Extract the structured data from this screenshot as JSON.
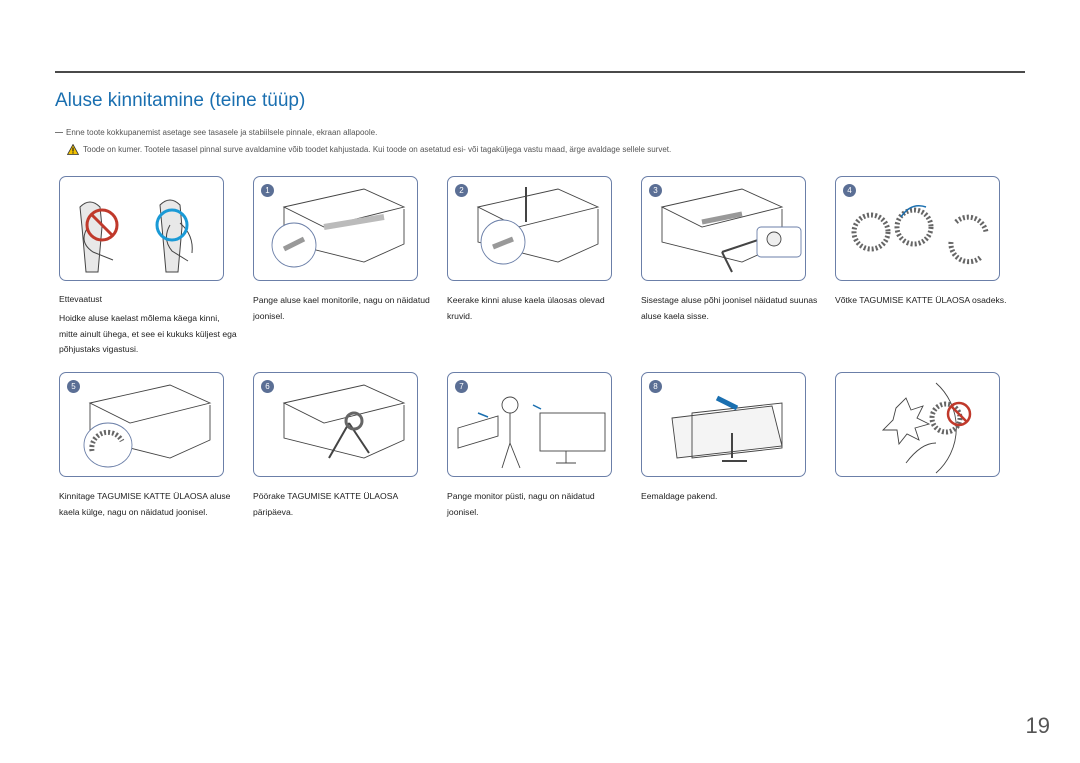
{
  "title": "Aluse kinnitamine (teine tüüp)",
  "notes": {
    "note": "Enne toote kokkupanemist asetage see tasasele ja stabiilsele pinnale, ekraan allapoole.",
    "warning": "Toode on kumer. Tootele tasasel pinnal surve avaldamine võib toodet kahjustada. Kui toode on asetatud esi- või tagaküljega vastu maad, ärge avaldage sellele survet."
  },
  "caution": {
    "title": "Ettevaatust",
    "text": "Hoidke aluse kaelast mõlema käega kinni, mitte ainult ühega, et see ei kukuks küljest ega põhjustaks vigastusi."
  },
  "steps": [
    {
      "number": "1",
      "text": "Pange aluse kael monitorile, nagu on näidatud joonisel."
    },
    {
      "number": "2",
      "text": "Keerake kinni aluse kaela ülaosas olevad kruvid."
    },
    {
      "number": "3",
      "text": "Sisestage aluse põhi joonisel näidatud suunas aluse kaela sisse."
    },
    {
      "number": "4",
      "text": "Võtke TAGUMISE KATTE ÜLAOSA osadeks."
    },
    {
      "number": "5",
      "text": "Kinnitage TAGUMISE KATTE ÜLAOSA aluse kaela külge, nagu on näidatud joonisel."
    },
    {
      "number": "6",
      "text": "Pöörake TAGUMISE KATTE ÜLAOSA päripäeva."
    },
    {
      "number": "7",
      "text": "Pange monitor püsti, nagu on näidatud joonisel."
    },
    {
      "number": "8",
      "text": "Eemaldage pakend."
    }
  ],
  "page_number": "19",
  "colors": {
    "title": "#1a6fb0",
    "panel_border": "#6b7fa8",
    "badge": "#5b6f95",
    "prohibited": "#c0392b",
    "correct": "#1a9ad6",
    "warning_yellow": "#f2c200"
  },
  "icons": [
    "warning-icon",
    "prohibited-icon",
    "correct-icon"
  ]
}
